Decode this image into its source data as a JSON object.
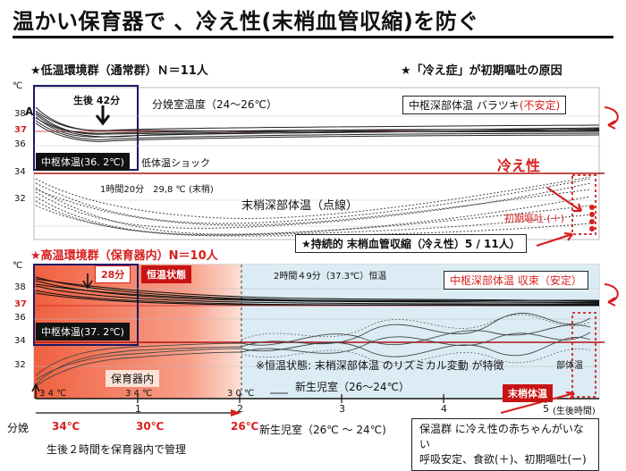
{
  "title": "温かい保育器で 、冷え性(末梢血管収縮)を防ぐ",
  "top_panel": {
    "group_title": "★低温環境群（通常群）Ｎ＝11人",
    "cause_title": "★「冷え症」が初期嘔吐の原因",
    "after_birth": "生後 42分",
    "delivery_room": "分娩室温度（24～26℃）",
    "central_box": "中枢深部体温 バラツキ",
    "unstable": "(不安定)",
    "central_temp": "中枢体温(36. 2℃)",
    "hypothermia_shock": "低体温ショック",
    "cold_label": "冷え性",
    "time_note": "1時間20分　29,8 ℃ (末梢)",
    "peripheral_label": "末梢深部体温（点線）",
    "initial_vomit": "初期嘔吐 (＋)",
    "persistent": "★持続的 末梢血管収縮（冷え性）5 / 11人）",
    "y_unit": "℃",
    "y_ticks": [
      "38",
      "37",
      "36",
      "34",
      "32"
    ],
    "marker": "A"
  },
  "bottom_panel": {
    "group_title": "★高温環境群（保育器内）N＝10人",
    "min28": "28分",
    "constant": "恒温状態",
    "two_hours": "2時間４9分（37.3℃）恒温",
    "central_box": "中枢深部体温 収束（安定）",
    "central_temp": "中枢体温(37. 2℃)",
    "note": "※恒温状態: 末梢深部体温 のリズミカル変動 が特徴",
    "peripheral_short": "部体温",
    "incubator": "保育器内",
    "newborn_room": "新生児室（26〜24℃）",
    "peripheral_temp": "末梢体温",
    "y_unit": "℃",
    "y_ticks": [
      "38",
      "37",
      "36",
      "34",
      "32"
    ],
    "temps_in_axis": [
      "3 4 ℃",
      "3 4 ℃",
      "3 0 ℃"
    ]
  },
  "x_axis": {
    "ticks": [
      "1",
      "2",
      "3",
      "4",
      "5"
    ],
    "unit": "(生後時間)"
  },
  "bottom": {
    "delivery": "分娩",
    "t34": "34℃",
    "t30": "30℃",
    "t26": "26℃",
    "newborn": "新生児室（26℃ ～ 24℃)",
    "management": "生後２時間を保育器内で管理",
    "result_line1": "保温群 に冷え性の赤ちゃんがいない",
    "result_line2": "呼吸安定、食欲(＋)、初期嘔吐(ー)"
  },
  "colors": {
    "accent_red": "#d81e1e",
    "incubator_fill": "#f26a4e",
    "newborn_fill": "#dcecf5"
  }
}
